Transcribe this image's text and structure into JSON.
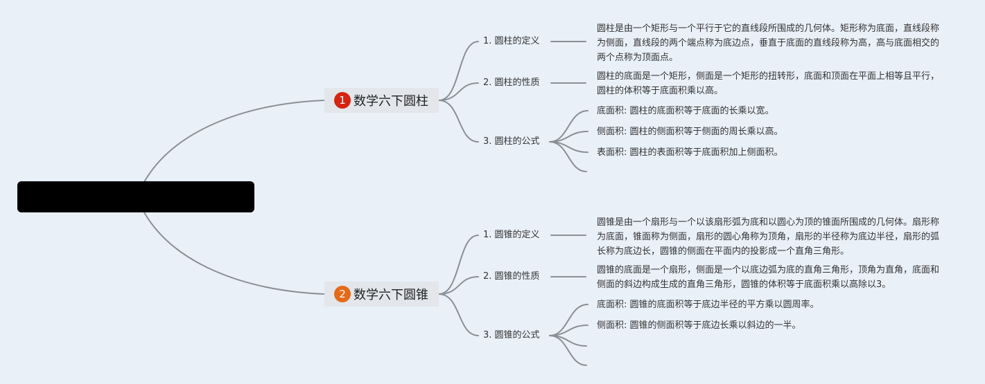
{
  "root": {
    "label": ""
  },
  "branches": [
    {
      "badge": "1",
      "badge_color": "#d62411",
      "title": "数学六下圆柱",
      "children": [
        {
          "label": "1. 圆柱的定义",
          "notes": [
            "圆柱是由一个矩形与一个平行于它的直线段所围成的几何体。矩形称为底面，直线段称为侧面，直线段的两个端点称为底边点，垂直于底面的直线段称为高，高与底面相交的两个点称为顶面点。"
          ]
        },
        {
          "label": "2. 圆柱的性质",
          "notes": [
            "圆柱的底面是一个矩形，侧面是一个矩形的扭转形，底面和顶面在平面上相等且平行，圆柱的体积等于底面积乘以高。"
          ]
        },
        {
          "label": "3. 圆柱的公式",
          "notes": [
            "底面积: 圆柱的底面积等于底面的长乘以宽。",
            "侧面积: 圆柱的侧面积等于侧面的周长乘以高。",
            "表面积: 圆柱的表面积等于底面积加上侧面积。",
            ""
          ]
        }
      ]
    },
    {
      "badge": "2",
      "badge_color": "#e56a17",
      "title": "数学六下圆锥",
      "children": [
        {
          "label": "1. 圆锥的定义",
          "notes": [
            "圆锥是由一个扇形与一个以该扇形弧为底和以圆心为顶的锥面所围成的几何体。扇形称为底面，锥面称为侧面，扇形的圆心角称为顶角，扇形的半径称为底边半径，扇形的弧长称为底边长，圆锥的侧面在平面内的投影成一个直角三角形。"
          ]
        },
        {
          "label": "2. 圆锥的性质",
          "notes": [
            "圆锥的底面是一个扇形，侧面是一个以底边弧为底的直角三角形，顶角为直角，底面和侧面的斜边构成生成的直角三角形，圆锥的体积等于底面积乘以高除以3。"
          ]
        },
        {
          "label": "3. 圆锥的公式",
          "notes": [
            "底面积: 圆锥的底面积等于底边半径的平方乘以圆周率。",
            "侧面积: 圆锥的侧面积等于底边长乘以斜边的一半。",
            "",
            ""
          ]
        }
      ]
    }
  ]
}
